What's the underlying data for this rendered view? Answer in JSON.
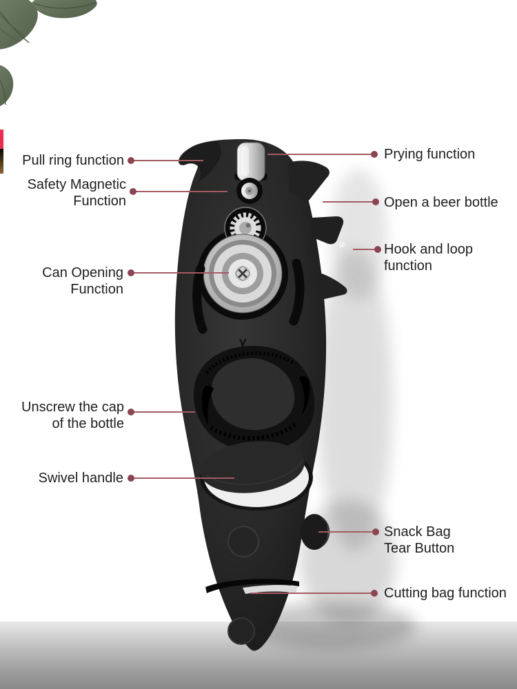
{
  "scene": {
    "background_color": "#ffffff",
    "floor_band_top_color": "#e9e9e9",
    "floor_band_bottom_color": "#8a8a8a",
    "accent_line_color": "#a35b62",
    "accent_dot_color": "#8c4450",
    "text_color": "#1d1d1d",
    "leaf_color": "#66755b",
    "edge_strip_red": "#ee2b50",
    "edge_strip_brown": "#7a5a26",
    "product_body_color": "#262626",
    "metal_color": "#c7c7c7"
  },
  "callouts": {
    "left": [
      {
        "id": "pull-ring-function",
        "text": "Pull ring function"
      },
      {
        "id": "safety-magnetic-function",
        "text": "Safety Magnetic\nFunction"
      },
      {
        "id": "can-opening-function",
        "text": "Can Opening\nFunction"
      },
      {
        "id": "unscrew-cap-of-bottle",
        "text": "Unscrew the cap\nof the bottle"
      },
      {
        "id": "swivel-handle",
        "text": "Swivel handle"
      }
    ],
    "right": [
      {
        "id": "prying-function",
        "text": "Prying function"
      },
      {
        "id": "open-a-beer-bottle",
        "text": "Open a beer bottle"
      },
      {
        "id": "hook-and-loop-function",
        "text": "Hook and loop\nfunction"
      },
      {
        "id": "snack-bag-tear-button",
        "text": "Snack Bag\nTear Button"
      },
      {
        "id": "cutting-bag-function",
        "text": "Cutting bag function"
      }
    ]
  }
}
